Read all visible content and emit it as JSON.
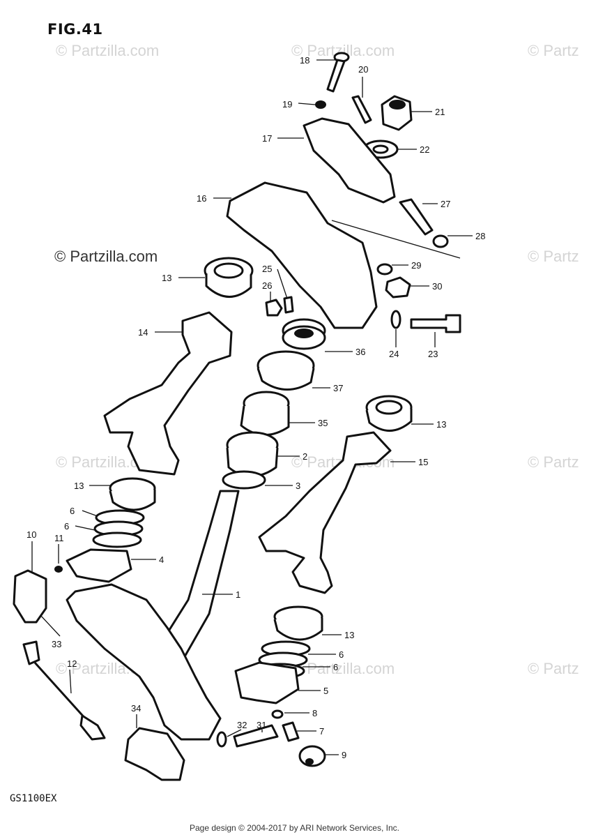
{
  "figure": {
    "title": "FIG.41",
    "model_code": "GS1100EX"
  },
  "watermarks": {
    "main": "© Partzilla.com",
    "faint": [
      "© Partzilla.com",
      "© Partzilla.com",
      "© Partz",
      "© Partz",
      "© Partzilla.com",
      "© Partzilla.com",
      "© Partz",
      "© Partzilla.com",
      "© Partzilla.com",
      "© Partz"
    ]
  },
  "callouts": [
    "18",
    "20",
    "19",
    "21",
    "17",
    "22",
    "16",
    "27",
    "28",
    "25",
    "29",
    "13",
    "26",
    "30",
    "14",
    "36",
    "24",
    "23",
    "37",
    "35",
    "13",
    "2",
    "15",
    "3",
    "13",
    "6",
    "6",
    "10",
    "11",
    "4",
    "1",
    "33",
    "13",
    "12",
    "6",
    "6",
    "5",
    "8",
    "34",
    "32",
    "31",
    "7",
    "9"
  ],
  "footer": "Page design © 2004-2017 by ARI Network Services, Inc."
}
